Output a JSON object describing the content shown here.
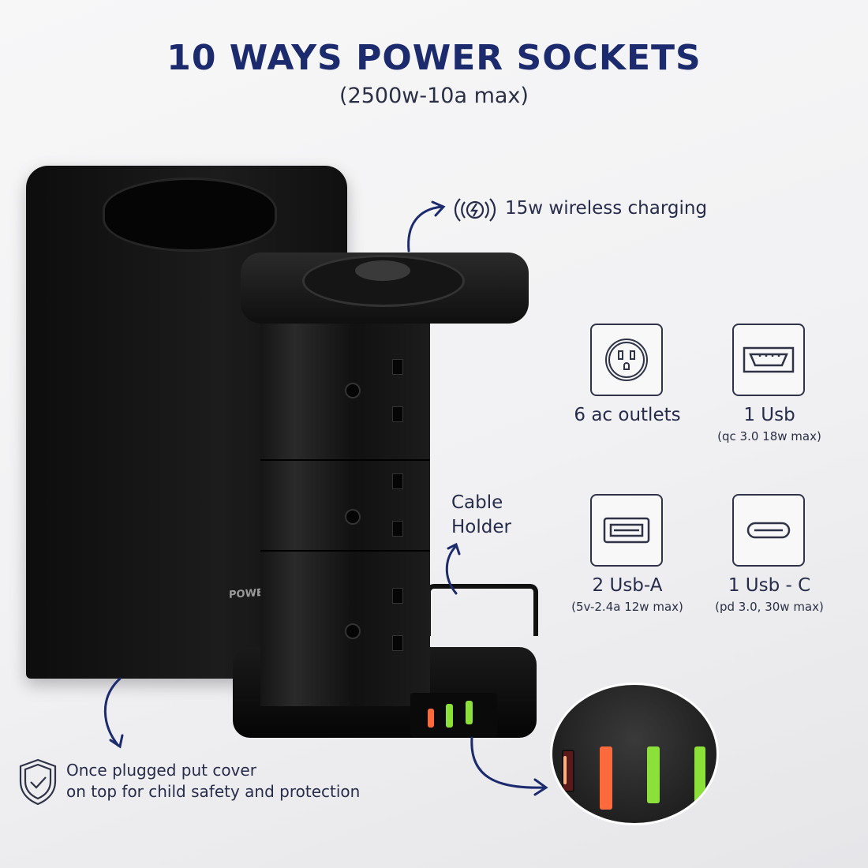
{
  "header": {
    "title": "10 WAYS POWER SOCKETS",
    "subtitle": "(2500w-10a max)"
  },
  "wireless": {
    "icon": "wireless-charging-icon",
    "label": "15w wireless charging"
  },
  "features": [
    {
      "icon": "ac-outlet-icon",
      "label": "6 ac outlets",
      "detail": ""
    },
    {
      "icon": "usb-port-icon",
      "label": "1 Usb",
      "detail": "(qc 3.0 18w max)"
    },
    {
      "icon": "usb-a-icon",
      "label": "2 Usb-A",
      "detail": "(5v-2.4a 12w max)"
    },
    {
      "icon": "usb-c-icon",
      "label": "1 Usb - C",
      "detail": "(pd 3.0, 30w max)"
    }
  ],
  "cable_holder": {
    "line1": "Cable",
    "line2": "Holder"
  },
  "safety": {
    "icon": "shield-check-icon",
    "line1": "Once plugged put cover",
    "line2": "on top for child safety and protection"
  },
  "product": {
    "cover_logo": "POWER"
  },
  "colors": {
    "title": "#1c2a6e",
    "text": "#262c4a",
    "arrow": "#1c2a6e",
    "usb_orange": "#ff6a3d",
    "usb_green": "#8be03a"
  }
}
